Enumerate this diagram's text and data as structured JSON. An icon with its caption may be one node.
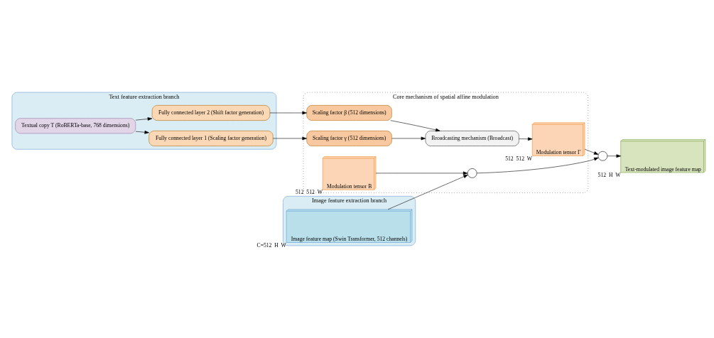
{
  "diagram": {
    "nodes": [
      {
        "text": [
          "Text feature extraction branch"
        ]
      },
      {
        "text": [
          "Textual copy T (RoBERTa-base, 768 dimensions)"
        ],
        "in": 0
      },
      {
        "text": [
          "Fully connected layer 1 (Scaling factor generation)"
        ],
        "in": 0
      },
      {
        "text": [
          "Fully connected layer 2 (Shift factor generation)"
        ],
        "in": 0
      },
      {
        "text": [
          "Image feature extraction branch"
        ]
      },
      {
        "text": [
          "Image feature map (Swin Transformer, 512 channels)"
        ],
        "beside": [
          "C=512",
          "H",
          "W"
        ],
        "in": 4
      },
      {
        "text": [
          "Core mechanism of spatial affine modulation"
        ]
      },
      {
        "text": [
          "Scaling factor γ (512 dimensions)"
        ],
        "in": 6
      },
      {
        "text": [
          "Scaling factor β (512 dimensions)"
        ],
        "in": 6
      },
      {
        "text": [
          "Broadcasting mechanism (Broadcast)"
        ],
        "in": 6
      },
      {
        "text": [
          "Modulation tensor Γ"
        ],
        "beside": [
          "512",
          "512",
          "W"
        ],
        "in": 6
      },
      {
        "text": [
          "Modulation tensor B"
        ],
        "beside": [
          "512",
          "512",
          "W"
        ],
        "in": 6
      },
      {
        "text": [],
        "shape": "circle",
        "in": 6
      },
      {
        "text": [],
        "shape": "circle"
      },
      {
        "text": [
          "Text-modulated image feature map"
        ],
        "beside": [
          "512",
          "H",
          "W"
        ]
      }
    ],
    "edges": [
      {
        "from": 1,
        "to": 2,
        "arrow": "to"
      },
      {
        "from": 1,
        "to": 3,
        "arrow": "to"
      },
      {
        "from": 2,
        "to": 7,
        "arrow": "to"
      },
      {
        "from": 3,
        "to": 8,
        "arrow": "to"
      },
      {
        "from": 7,
        "to": 9,
        "arrow": "to"
      },
      {
        "from": 8,
        "to": 9,
        "arrow": "to"
      },
      {
        "from": 9,
        "to": 10,
        "arrow": "to"
      },
      {
        "from": 11,
        "to": 12,
        "arrow": "to"
      },
      {
        "from": 5,
        "to": 12,
        "arrow": "to"
      },
      {
        "from": 10,
        "to": 13,
        "arrow": "to"
      },
      {
        "from": 12,
        "to": 13,
        "arrow": "to"
      },
      {
        "from": 13,
        "to": 14,
        "arrow": "to"
      }
    ]
  }
}
